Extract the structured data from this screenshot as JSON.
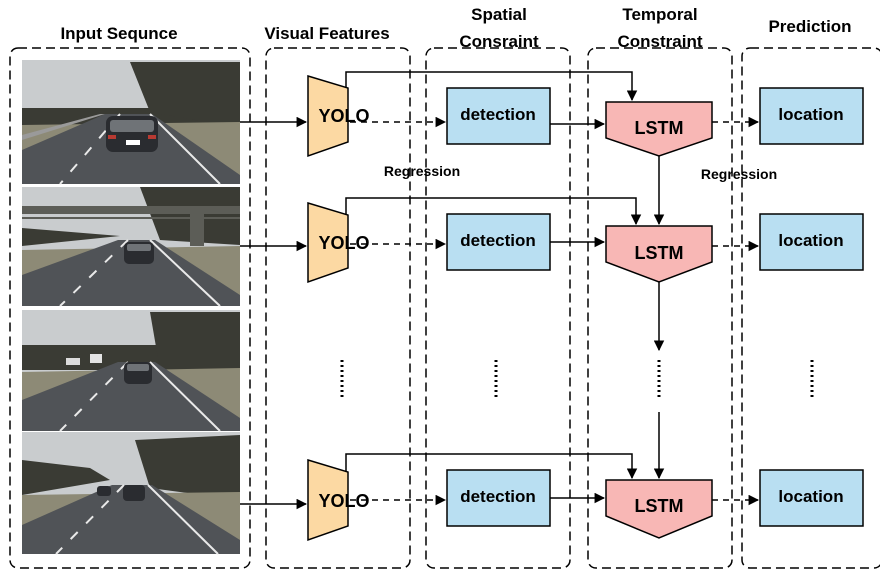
{
  "columns": {
    "input": "Input Sequnce",
    "visual": "Visual Features",
    "spatial_1": "Spatial",
    "spatial_2": "Consraint",
    "temporal_1": "Temporal",
    "temporal_2": "Constraint",
    "prediction": "Prediction"
  },
  "nodes": {
    "yolo": "YOLO",
    "detection": "detection",
    "lstm": "LSTM",
    "location": "location"
  },
  "edge_labels": {
    "regression_spatial": "Regression",
    "regression_temporal": "Regression"
  },
  "colors": {
    "yolo_fill": "#fcd9a3",
    "detection_fill": "#b9dff2",
    "lstm_fill": "#f8b7b5",
    "location_fill": "#b9dff2",
    "sky": "#c9ccce",
    "road": "#505357",
    "trees": "#3a3b34",
    "grass": "#8d8a76"
  }
}
